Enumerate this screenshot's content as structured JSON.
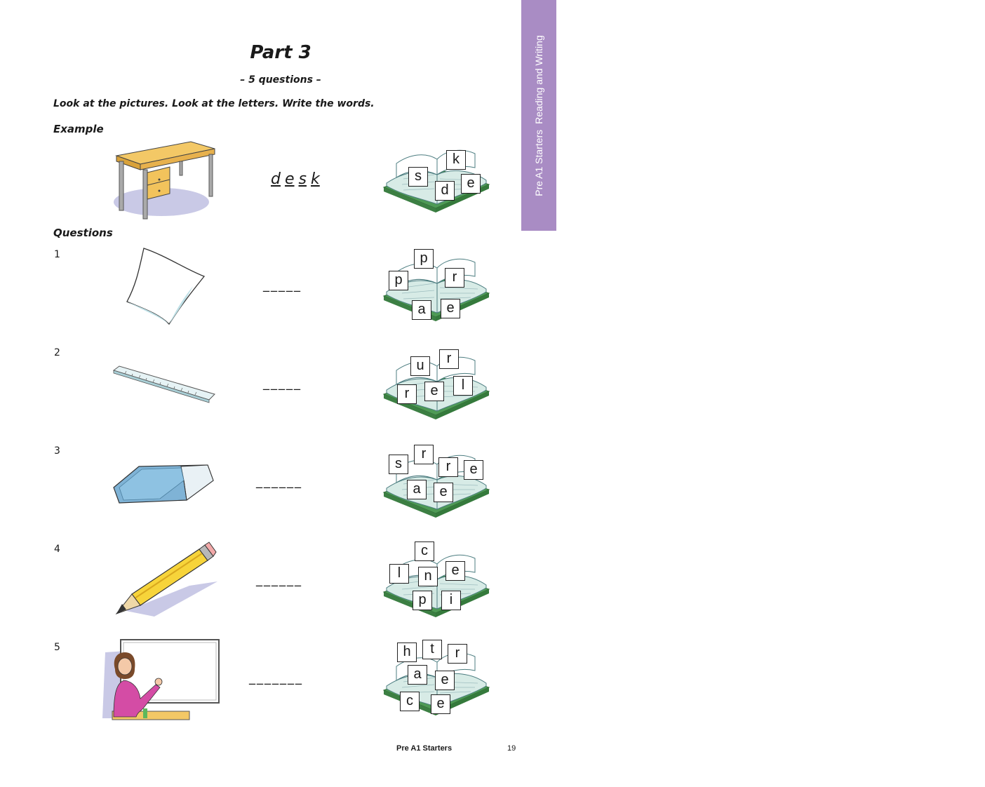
{
  "header": {
    "title": "Part 3",
    "subtitle": "– 5 questions –",
    "instruction": "Look at the pictures. Look at the letters. Write the words."
  },
  "example": {
    "label": "Example",
    "answer_letters": [
      "d",
      "e",
      "s",
      "k"
    ],
    "tiles": [
      "k",
      "s",
      "d",
      "e"
    ]
  },
  "questions_label": "Questions",
  "questions": [
    {
      "number": "1",
      "blanks": "_____",
      "tiles": [
        "p",
        "p",
        "r",
        "a",
        "e"
      ]
    },
    {
      "number": "2",
      "blanks": "_____",
      "tiles": [
        "u",
        "r",
        "r",
        "e",
        "l"
      ]
    },
    {
      "number": "3",
      "blanks": "______",
      "tiles": [
        "s",
        "r",
        "r",
        "e",
        "a",
        "e"
      ]
    },
    {
      "number": "4",
      "blanks": "______",
      "tiles": [
        "c",
        "l",
        "n",
        "e",
        "p",
        "i"
      ]
    },
    {
      "number": "5",
      "blanks": "_______",
      "tiles": [
        "h",
        "t",
        "r",
        "a",
        "e",
        "c",
        "e"
      ]
    }
  ],
  "side_tab": {
    "level": "Pre A1 Starters",
    "paper": "Reading and Writing"
  },
  "footer": {
    "label": "Pre A1 Starters",
    "page_number": "19"
  },
  "colors": {
    "side_tab": "#a98cc4",
    "book_cover": "#4e9a55",
    "book_pages": "#d7ebe6"
  }
}
